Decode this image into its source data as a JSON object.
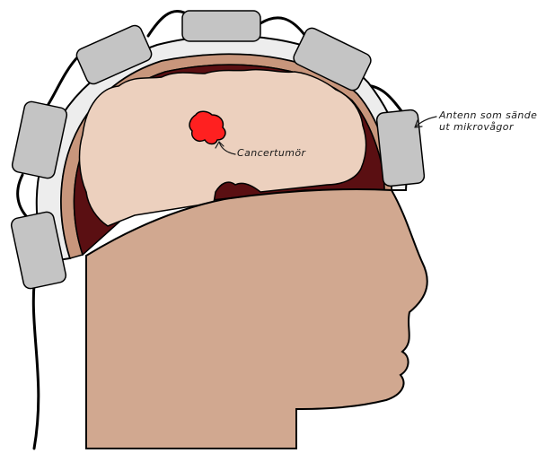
{
  "labels": {
    "tumor": "Cancertumör",
    "antenna_line1": "Antenn som sänder",
    "antenna_line2": "ut mikrovågor"
  },
  "colors": {
    "skin": "#D1A890",
    "brain": "#ECD0BE",
    "tissue": "#5A0F12",
    "skull": "#C8967C",
    "helmet": "#EDEDED",
    "antenna": "#C4C4C4",
    "tumor": "#FF2020",
    "outline": "#000000"
  }
}
